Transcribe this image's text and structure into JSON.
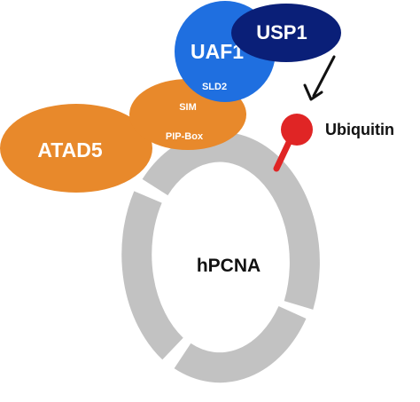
{
  "labels": {
    "usp1": "USP1",
    "uaf1": "UAF1",
    "sld2": "SLD2",
    "sim": "SIM",
    "pip_box": "PIP-Box",
    "atad5": "ATAD5",
    "ubiquitin": "Ubiquitin",
    "hpcna": "hPCNA"
  },
  "colors": {
    "atad5": "#E8892B",
    "uaf1": "#1F6FE0",
    "usp1": "#0A1F78",
    "ubiquitin": "#E02525",
    "pcna_ring": "#C2C2C2",
    "arrow": "#111111"
  }
}
